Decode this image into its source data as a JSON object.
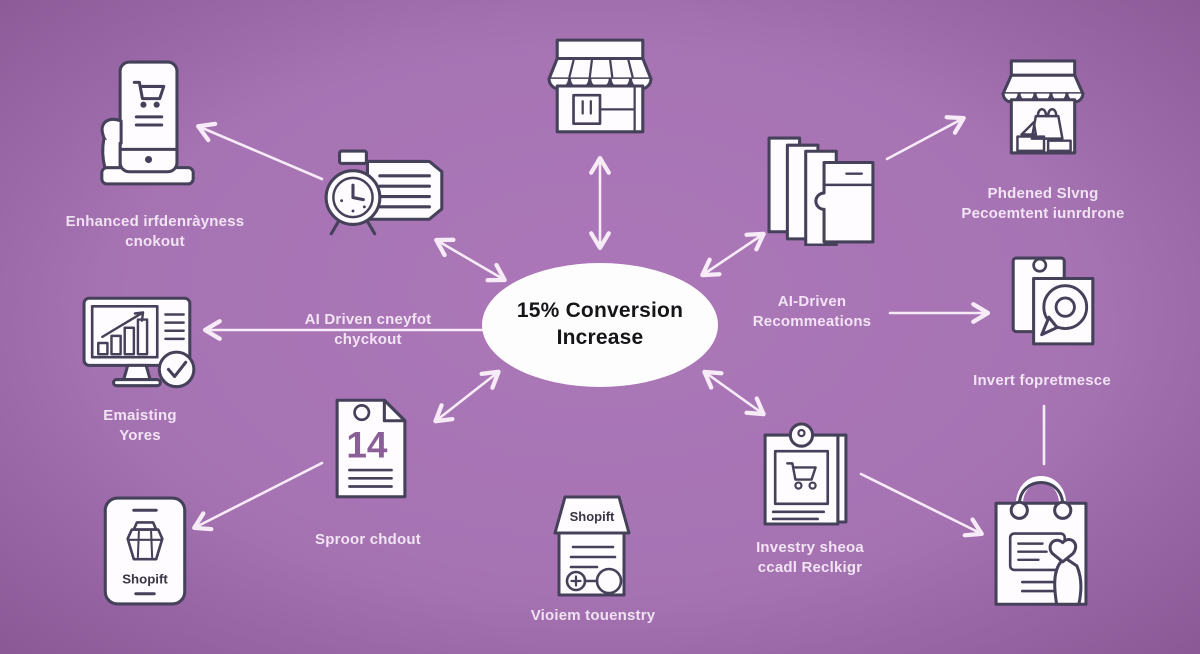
{
  "colors": {
    "bg": "#a673b3",
    "bg-center": "#ab77b8",
    "bg-edge": "#94609f",
    "arrow": "#f7ebf8",
    "label": "#f2e4f4",
    "ellipse-fill": "#fefdfe",
    "ellipse-text": "#151417",
    "icon-stroke": "#46415a",
    "icon-fill": "#fefcfe",
    "accent": "#8a5f98"
  },
  "center": {
    "line1": "15% Conversion",
    "line2": "Increase"
  },
  "labels": {
    "mobile_checkout": {
      "line1": "Enhanced irfdenràyness",
      "line2": "cnokout"
    },
    "ai_checkout": {
      "line1": "AI Driven cneyfot",
      "line2": "chyckout"
    },
    "existing_stores": {
      "line1": "Emaisting",
      "line2": "Yores"
    },
    "smart_checkout": {
      "line1": "Sproor chdout"
    },
    "video_inventory": {
      "line1": "Vioiem touenstry"
    },
    "recommendations": {
      "line1": "AI-Driven",
      "line2": "Recommeations"
    },
    "personalized": {
      "line1": "Phdened Slvng",
      "line2": "Pecoemtent iunrdrone"
    },
    "performance": {
      "line1": "Invert fopretmesce"
    },
    "inventory_tracking": {
      "line1": "Investry sheoa",
      "line2": "ccadl Reclkigr"
    }
  },
  "icon_texts": {
    "shopify_phone": "Shopift",
    "shopify_box": "Shopift",
    "calendar_number": "14"
  }
}
